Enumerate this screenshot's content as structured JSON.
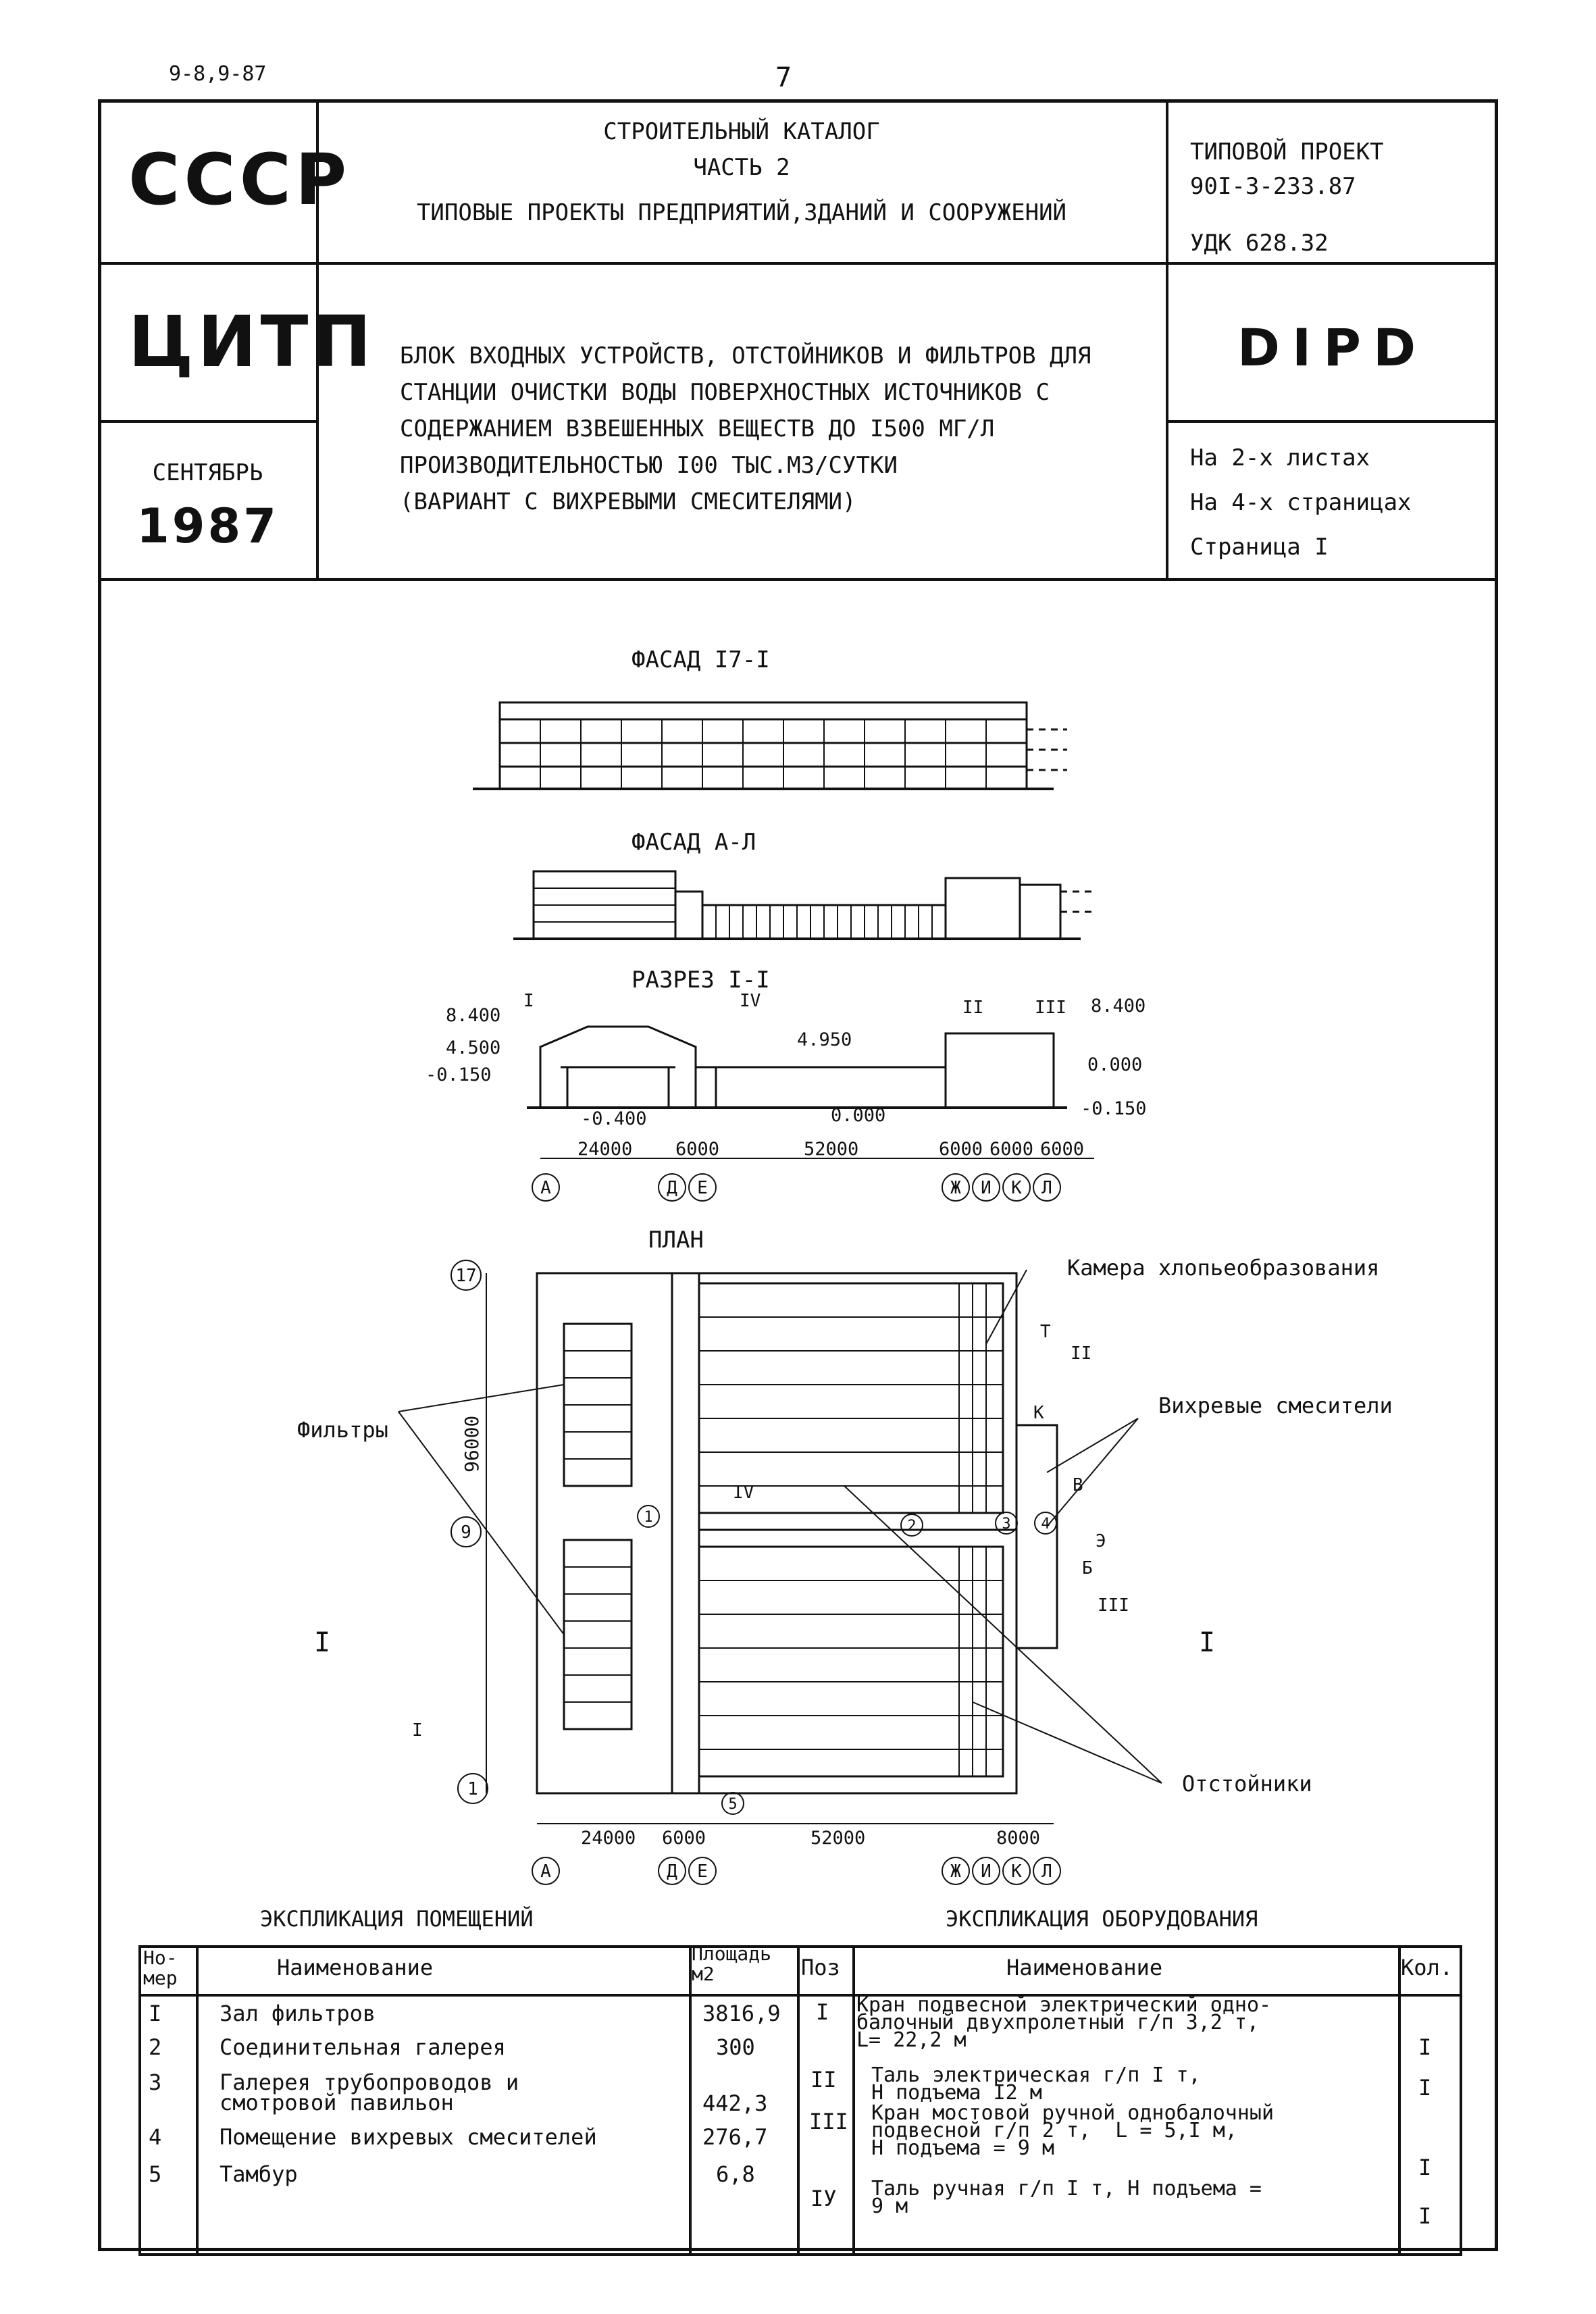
{
  "header": {
    "sheet_code": "9-8,9-87",
    "page_number": "7",
    "org_top": "СССР",
    "catalog_line1": "СТРОИТЕЛЬНЫЙ КАТАЛОГ",
    "catalog_line2": "ЧАСТЬ 2",
    "catalog_line3": "ТИПОВЫЕ ПРОЕКТЫ ПРЕДПРИЯТИЙ,ЗДАНИЙ И СООРУЖЕНИЙ",
    "project_label": "ТИПОВОЙ ПРОЕКТ",
    "project_number": "90I-3-233.87",
    "udk": "УДК 628.32",
    "org_bottom": "ЦИТП",
    "month": "СЕНТЯБРЬ",
    "year": "1987",
    "title_lines": [
      "БЛОК ВХОДНЫХ УСТРОЙСТВ, ОТСТОЙНИКОВ И ФИЛЬТРОВ ДЛЯ",
      "СТАНЦИИ ОЧИСТКИ ВОДЫ ПОВЕРХНОСТНЫХ ИСТОЧНИКОВ С",
      "СОДЕРЖАНИЕМ ВЗВЕШЕННЫХ ВЕЩЕСТВ ДО I500 МГ/Л",
      "ПРОИЗВОДИТЕЛЬНОСТЬЮ I00 ТЫС.М3/СУТКИ",
      "(ВАРИАНТ С ВИХРЕВЫМИ СМЕСИТЕЛЯМИ)"
    ],
    "code": "DIPD",
    "sheets": "На 2-х листах",
    "pages": "На 4-х страницах",
    "page": "Страница I"
  },
  "drawings": {
    "facade1_title": "ФАСАД I7-I",
    "facade2_title": "ФАСАД А-Л",
    "section_title": "РАЗРЕЗ I-I",
    "plan_title": "ПЛАН",
    "section": {
      "levels": [
        "8.400",
        "4.500",
        "-0.150",
        "-0.400",
        "4.950",
        "0.000",
        "8.400",
        "0.000",
        "-0.150"
      ],
      "spans": [
        "24000",
        "6000",
        "52000",
        "6000",
        "6000",
        "6000"
      ],
      "axes": [
        "А",
        "Д",
        "Е",
        "Ж",
        "И",
        "К",
        "Л"
      ],
      "marks": [
        "I",
        "IV",
        "II",
        "III"
      ]
    },
    "plan": {
      "labels": {
        "flocculation": "Камера хлопьеобразования",
        "mixers": "Вихревые смесители",
        "filters": "Фильтры",
        "settlers": "Отстойники"
      },
      "dim_vertical": "96000",
      "spans": [
        "24000",
        "6000",
        "52000",
        "8000"
      ],
      "axes": [
        "А",
        "Д",
        "Е",
        "Ж",
        "И",
        "К",
        "Л"
      ],
      "rows": [
        "17",
        "9",
        "1"
      ],
      "room_numbers": [
        "1",
        "2",
        "3",
        "4",
        "5"
      ],
      "marks": [
        "II",
        "IV",
        "III",
        "I",
        "Т",
        "В",
        "Э",
        "Б",
        "К"
      ],
      "section_marks": [
        "I",
        "I"
      ]
    }
  },
  "rooms_table": {
    "title": "ЭКСПЛИКАЦИЯ ПОМЕЩЕНИЙ",
    "headers": [
      "Но-\nмер",
      "Наименование",
      "Площадь\nм2"
    ],
    "rows": [
      {
        "num": "I",
        "name": "Зал фильтров",
        "area": "3816,9"
      },
      {
        "num": "2",
        "name": "Соединительная галерея",
        "area": "300"
      },
      {
        "num": "3",
        "name": "Галерея трубопроводов и\nсмотровой павильон",
        "area": "442,3"
      },
      {
        "num": "4",
        "name": "Помещение вихревых смесителей",
        "area": "276,7"
      },
      {
        "num": "5",
        "name": "Тамбур",
        "area": "6,8"
      }
    ]
  },
  "equipment_table": {
    "title": "ЭКСПЛИКАЦИЯ ОБОРУДОВАНИЯ",
    "headers": [
      "Поз",
      "Наименование",
      "Кол."
    ],
    "rows": [
      {
        "pos": "I",
        "name": "Кран подвесной электрический одно-\nбалочный двухпролетный г/п 3,2 т,\nL= 22,2 м",
        "qty": "I"
      },
      {
        "pos": "II",
        "name": "Таль электрическая г/п I т,\nН подъема I2 м",
        "qty": "I"
      },
      {
        "pos": "III",
        "name": "Кран мостовой ручной однобалочный\nподвесной г/п 2 т,  L = 5,I м,\nН подъема = 9 м",
        "qty": "I"
      },
      {
        "pos": "IУ",
        "name": "Таль ручная г/п I т, Н подъема =\n9 м",
        "qty": "I"
      }
    ]
  }
}
